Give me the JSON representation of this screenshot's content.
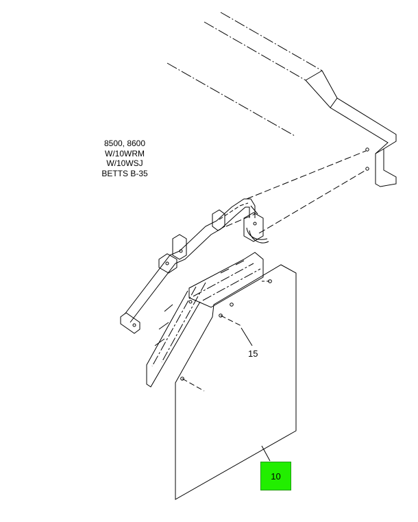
{
  "note": {
    "lines": [
      "8500, 8600",
      "W/10WRM",
      "W/10WSJ",
      "BETTS B-35"
    ]
  },
  "callouts": [
    {
      "label": "15",
      "highlight": false
    },
    {
      "label": "10",
      "highlight": true
    }
  ],
  "colors": {
    "line": "#000000",
    "highlight": "#22ee00"
  }
}
